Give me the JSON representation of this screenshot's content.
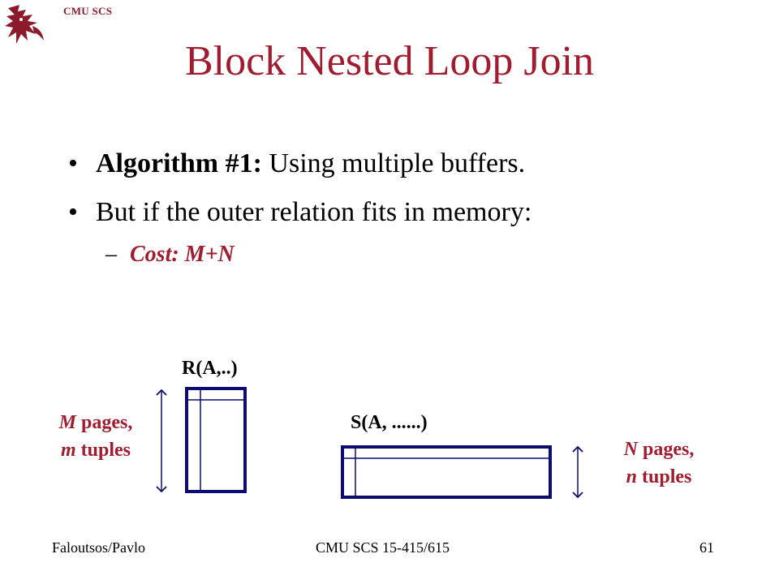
{
  "header": {
    "tag": "CMU SCS"
  },
  "logo": {
    "icon": "griffin-logo-icon",
    "color": "#8b1a2b"
  },
  "title": "Block Nested Loop Join",
  "bullets": [
    {
      "bold": "Algorithm #1:",
      "text": " Using multiple buffers."
    },
    {
      "bold": "",
      "text": "But if the outer relation fits in memory:"
    }
  ],
  "sub_bullets": [
    {
      "dash": "–",
      "text": "Cost: M+N"
    }
  ],
  "diagram": {
    "r_label": "R(A,..)",
    "s_label": "S(A, ......)",
    "m_label": {
      "var": "M",
      "line1_rest": " pages,",
      "line2_var": "m",
      "line2_rest": " tuples"
    },
    "n_label": {
      "var": "N",
      "line1_rest": " pages,",
      "line2_var": "n",
      "line2_rest": " tuples"
    },
    "box_color": "#0c0c6e"
  },
  "footer": {
    "left": "Faloutsos/Pavlo",
    "center": "CMU SCS 15-415/615",
    "page": "61"
  },
  "colors": {
    "title": "#a01c2e",
    "accent": "#a01c2e"
  }
}
